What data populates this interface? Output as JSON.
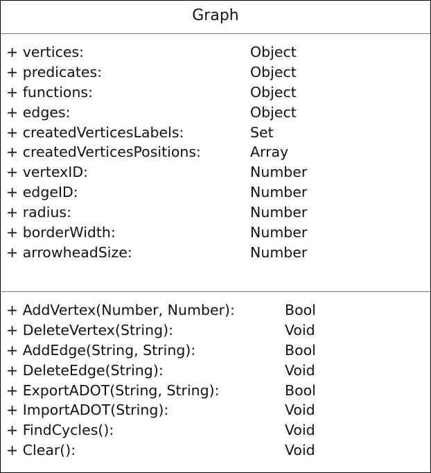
{
  "class_name": "Graph",
  "attributes": [
    {
      "name": "+ vertices:",
      "type": "Object"
    },
    {
      "name": "+ predicates:",
      "type": "Object"
    },
    {
      "name": "+ functions:",
      "type": "Object"
    },
    {
      "name": "+ edges:",
      "type": "Object"
    },
    {
      "name": "+ createdVerticesLabels:",
      "type": "Set"
    },
    {
      "name": "+ createdVerticesPositions:",
      "type": "Array"
    },
    {
      "name": "+ vertexID:",
      "type": "Number"
    },
    {
      "name": "+ edgeID:",
      "type": "Number"
    },
    {
      "name": "+ radius:",
      "type": "Number"
    },
    {
      "name": "+ borderWidth:",
      "type": "Number"
    },
    {
      "name": "+ arrowheadSize:",
      "type": "Number"
    }
  ],
  "methods": [
    {
      "name": "+ AddVertex(Number, Number):",
      "type": "Bool"
    },
    {
      "name": "+ DeleteVertex(String):",
      "type": "Void"
    },
    {
      "name": "+ AddEdge(String, String):",
      "type": "Bool"
    },
    {
      "name": "+ DeleteEdge(String):",
      "type": "Void"
    },
    {
      "name": "+ ExportADOT(String, String):",
      "type": "Bool"
    },
    {
      "name": "+ ImportADOT(String):",
      "type": "Void"
    },
    {
      "name": "+ FindCycles():",
      "type": "Void"
    },
    {
      "name": "+ Clear():",
      "type": "Void"
    }
  ]
}
